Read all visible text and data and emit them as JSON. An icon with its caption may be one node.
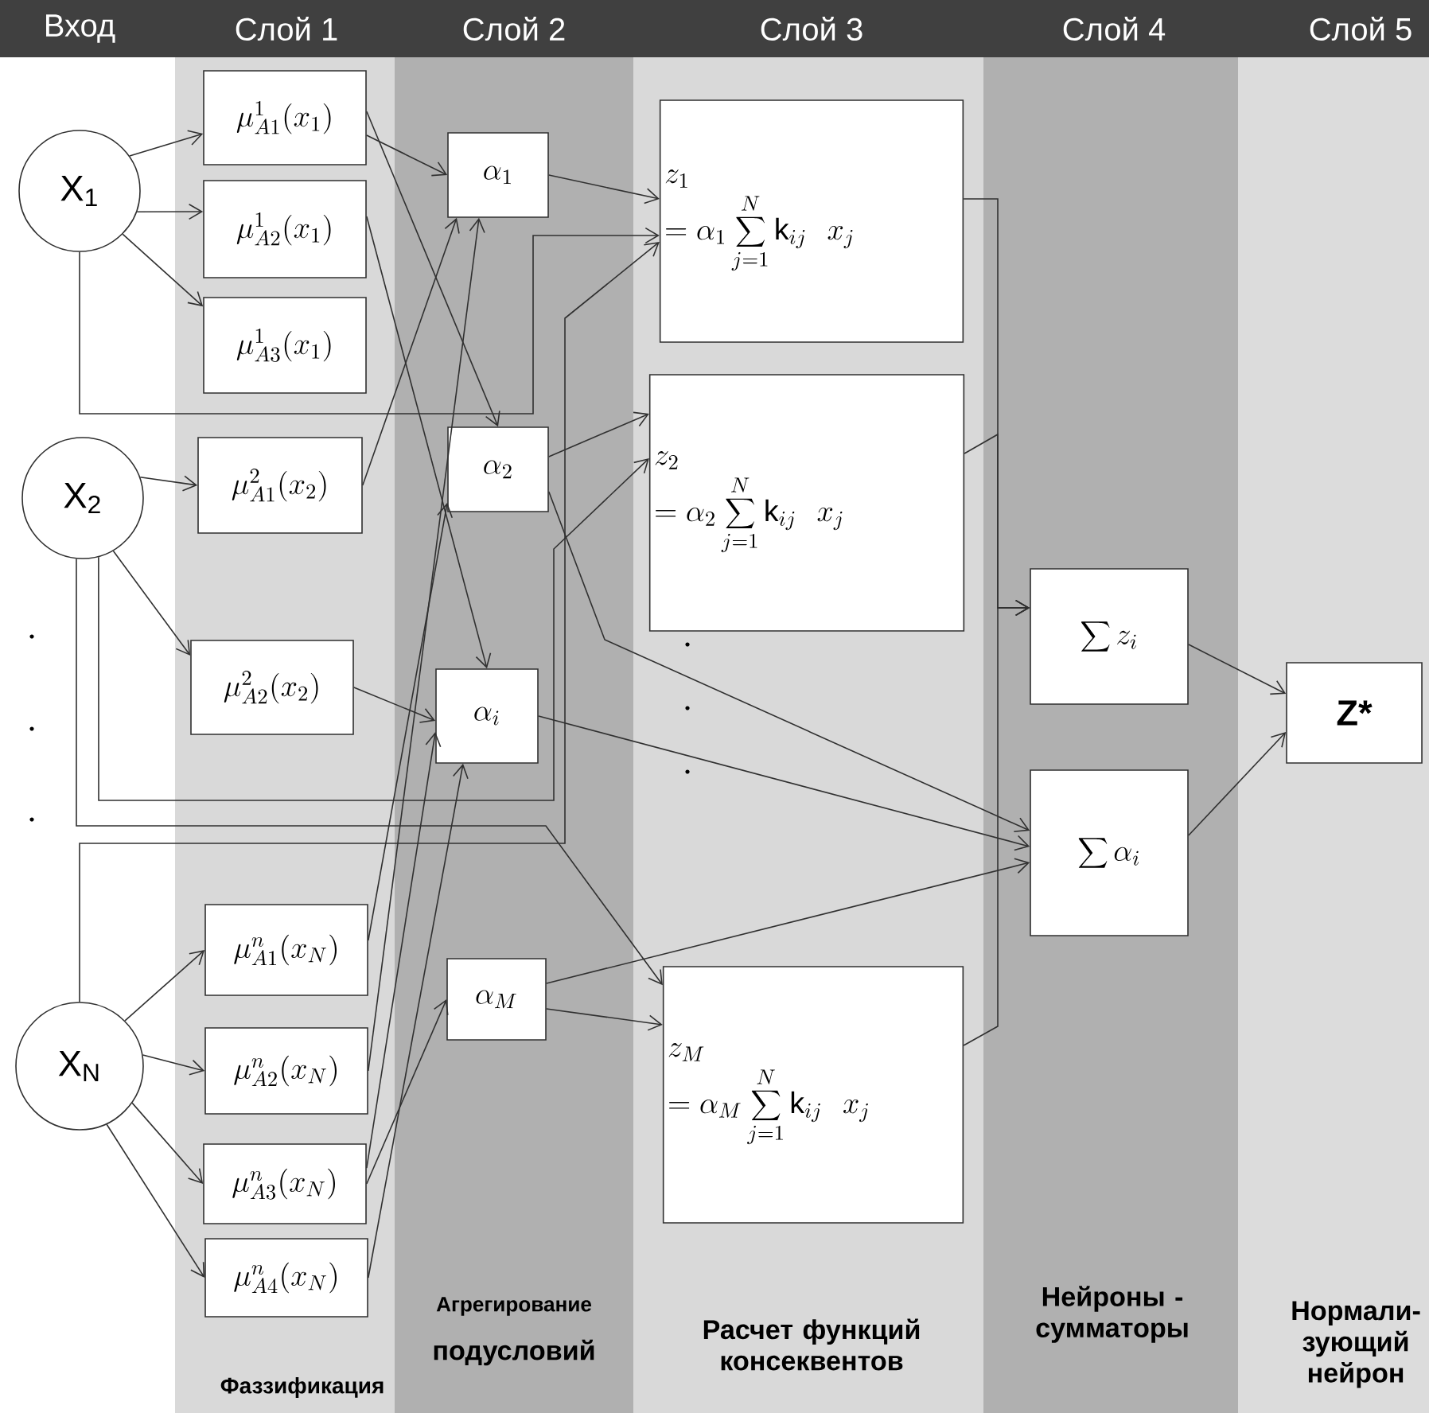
{
  "diagram": {
    "nodes": [
      {
        "text": [
          "X$_{1}$"
        ]
      },
      {
        "text": [
          "X$_{2}$"
        ]
      },
      {
        "text": [
          "X$_{N}$"
        ]
      },
      {
        "text": [
          "\\mu^{1}_{A1}(x_{1})"
        ]
      },
      {
        "text": [
          "\\mu^{1}_{A2}(x_{1})"
        ]
      },
      {
        "text": [
          "\\mu^{1}_{A3}(x_{1})"
        ]
      },
      {
        "text": [
          "\\mu^{2}_{A1}(x_{2})"
        ]
      },
      {
        "text": [
          "\\mu^{2}_{A2}(x_{2})"
        ]
      },
      {
        "text": [
          "\\mu^{n}_{A1}(x_{N})"
        ]
      },
      {
        "text": [
          "\\mu^{n}_{A2}(x_{N})"
        ]
      },
      {
        "text": [
          "\\mu^{n}_{A3}(x_{N})"
        ]
      },
      {
        "text": [
          "\\mu^{n}_{A4}(x_{N})"
        ]
      },
      {
        "text": [
          "\\alpha_{1}"
        ]
      },
      {
        "text": [
          "\\alpha_{2}"
        ]
      },
      {
        "text": [
          "\\alpha_{i}"
        ]
      },
      {
        "text": [
          "\\alpha_{M}"
        ]
      },
      {
        "text": [
          "z_{1}",
          "= \\alpha_{1} \\sum_{j=1}^{N} \\mathrm{k}_{ij}\\ \\ x_{j}"
        ]
      },
      {
        "text": [
          "z_{2}",
          "= \\alpha_{2} \\sum_{j=1}^{N} \\mathrm{k}_{ij}\\ \\ x_{j}"
        ]
      },
      {
        "text": [
          "z_{M}",
          "= \\alpha_{M} \\sum_{j=1}^{N} \\mathrm{k}_{ij}\\ \\ x_{j}"
        ]
      },
      {
        "text": [
          "\\sum z_{i}"
        ]
      },
      {
        "text": [
          "\\sum \\alpha_{i}"
        ]
      },
      {
        "text": [
          "Z*"
        ]
      }
    ],
    "edges": [
      {
        "from": 0,
        "to": 3,
        "arrow": "to"
      },
      {
        "from": 0,
        "to": 4,
        "arrow": "to"
      },
      {
        "from": 0,
        "to": 5,
        "arrow": "to"
      },
      {
        "from": 0,
        "to": 16,
        "arrow": "to"
      },
      {
        "from": 1,
        "to": 6,
        "arrow": "to"
      },
      {
        "from": 1,
        "to": 7,
        "arrow": "to"
      },
      {
        "from": 1,
        "to": 17,
        "arrow": "to"
      },
      {
        "from": 1,
        "to": 18,
        "arrow": "to"
      },
      {
        "from": 2,
        "to": 16,
        "arrow": "to"
      },
      {
        "from": 2,
        "to": 8,
        "arrow": "to"
      },
      {
        "from": 2,
        "to": 9,
        "arrow": "to"
      },
      {
        "from": 2,
        "to": 10,
        "arrow": "to"
      },
      {
        "from": 2,
        "to": 11,
        "arrow": "to"
      },
      {
        "from": 3,
        "to": 12,
        "arrow": "to"
      },
      {
        "from": 3,
        "to": 13,
        "arrow": "to"
      },
      {
        "from": 4,
        "to": 14,
        "arrow": "to"
      },
      {
        "from": 6,
        "to": 12,
        "arrow": "to"
      },
      {
        "from": 7,
        "to": 14,
        "arrow": "to"
      },
      {
        "from": 8,
        "to": 13,
        "arrow": "to"
      },
      {
        "from": 9,
        "to": 12,
        "arrow": "to"
      },
      {
        "from": 10,
        "to": 14,
        "arrow": "to"
      },
      {
        "from": 10,
        "to": 15,
        "arrow": "to"
      },
      {
        "from": 11,
        "to": 14,
        "arrow": "to"
      },
      {
        "from": 12,
        "to": 16,
        "arrow": "to"
      },
      {
        "from": 13,
        "to": 17,
        "arrow": "to"
      },
      {
        "from": 13,
        "to": 20,
        "arrow": "to"
      },
      {
        "from": 14,
        "to": 20,
        "arrow": "to"
      },
      {
        "from": 15,
        "to": 20,
        "arrow": "to"
      },
      {
        "from": 15,
        "to": 18,
        "arrow": "to"
      },
      {
        "from": 16,
        "to": 19,
        "arrow": "to"
      },
      {
        "from": 17,
        "to": 19,
        "arrow": "to"
      },
      {
        "from": 18,
        "to": 19,
        "arrow": "to"
      },
      {
        "from": 19,
        "to": 21,
        "arrow": "to"
      },
      {
        "from": 20,
        "to": 21,
        "arrow": "to"
      }
    ],
    "labels": [
      "Вход",
      "Слой 1",
      "Слой 2",
      "Слой 3",
      "Слой 4",
      "Слой 5",
      "Фаззификация",
      "Агрегирование",
      "подусловий",
      "Расчет функций консеквентов",
      "Нейроны - сумматоры",
      "Нормали- зующий нейрон"
    ]
  }
}
